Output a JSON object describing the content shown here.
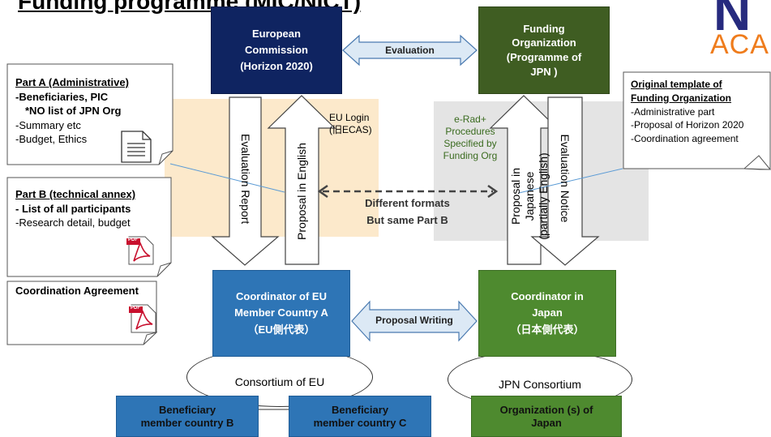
{
  "title": "Funding programme (MIC/NICT)",
  "logo": {
    "line1": "N",
    "line2": "ACA"
  },
  "boxes": {
    "ec": {
      "line1": "European",
      "line2": "Commission",
      "line3": "(Horizon 2020)"
    },
    "fo": {
      "line1": "Funding",
      "line2": "Organization",
      "line3": "(Programme of",
      "line4": "JPN )"
    },
    "coord_eu": {
      "line1": "Coordinator of EU",
      "line2": "Member Country A",
      "line3": "（EU側代表）"
    },
    "coord_jp": {
      "line1": "Coordinator  in",
      "line2": "Japan",
      "line3": "（日本側代表）"
    },
    "beneficiary_b": {
      "line1": "Beneficiary",
      "line2": "member country  B"
    },
    "beneficiary_c": {
      "line1": "Beneficiary",
      "line2": "member country  C"
    },
    "org_japan": {
      "line1": "Organization (s) of",
      "line2": "Japan"
    }
  },
  "consortia": {
    "eu": "Consortium of EU",
    "jp": "JPN Consortium"
  },
  "arrows": {
    "evaluation": "Evaluation",
    "proposal_writing": "Proposal Writing",
    "evaluation_report": "Evaluation  Report",
    "proposal_english": "Proposal in English",
    "proposal_japanese_1": "Proposal in Japanese",
    "proposal_japanese_2": "(partially English)",
    "evaluation_notice": "Evaluation Notice"
  },
  "labels": {
    "eu_login_1": "EU Login",
    "eu_login_2": "(旧ECAS)",
    "erad_1": "e-Rad+",
    "erad_2": "Procedures",
    "erad_3": "Specified by",
    "erad_4": "Funding Org",
    "different_1": "Different formats",
    "different_2": "But same Part B"
  },
  "note_a": {
    "heading": "Part A (Administrative)",
    "line1": "-Beneficiaries, PIC",
    "line2": "*NO list of JPN Org",
    "line3": "-Summary etc",
    "line4": "-Budget, Ethics"
  },
  "note_b": {
    "heading": "Part B (technical annex)",
    "line1": "- List of all participants",
    "line2": "-Research  detail, budget",
    "pdf": "PDF"
  },
  "note_c": {
    "heading": "Coordination Agreement",
    "pdf": "PDF"
  },
  "note_fo": {
    "heading1": "Original template of",
    "heading2": "Funding Organization",
    "line1": "-Administrative part",
    "line2": "-Proposal of Horizon 2020",
    "line3": "-Coordination agreement"
  },
  "colors": {
    "ec": "#0f2461",
    "fo": "#3f5d22",
    "coord_eu": "#2e75b6",
    "coord_jp": "#4e8a2f",
    "band_eu": "#fbe5c2",
    "band_jp": "#e4e4e4",
    "arrow_fill": "#dce9f5"
  }
}
